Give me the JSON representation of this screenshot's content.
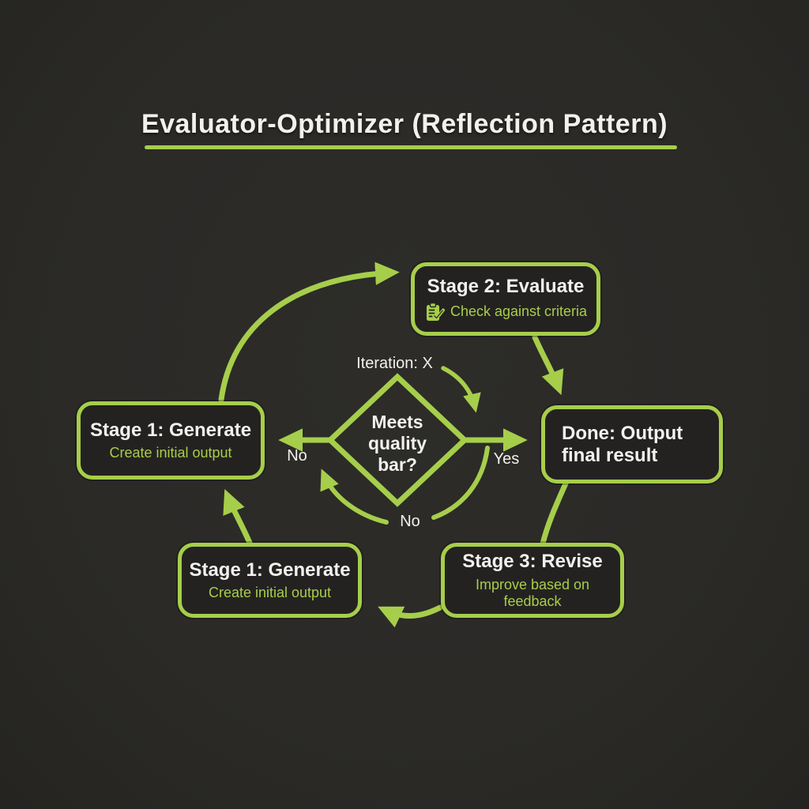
{
  "title": "Evaluator-Optimizer (Reflection Pattern)",
  "colors": {
    "accent": "#a6ce4b",
    "background": "#2b2a27",
    "box-fill": "#242220",
    "text": "#f2f1ee"
  },
  "nodes": {
    "stage1_left": {
      "title": "Stage 1: Generate",
      "subtitle": "Create initial output"
    },
    "stage2": {
      "title": "Stage 2: Evaluate",
      "subtitle": "Check against criteria",
      "icon": "clipboard-check-icon"
    },
    "done": {
      "title": "Done: Output final result"
    },
    "decision": {
      "question": "Meets quality bar?"
    },
    "stage1_bottom": {
      "title": "Stage 1: Generate",
      "subtitle": "Create initial output"
    },
    "stage3": {
      "title": "Stage 3: Revise",
      "subtitle": "Improve based on feedback"
    }
  },
  "labels": {
    "iteration": "Iteration: X",
    "no_left": "No",
    "yes": "Yes",
    "no_bottom": "No"
  }
}
